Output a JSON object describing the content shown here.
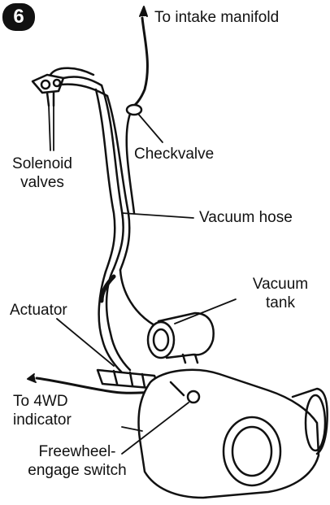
{
  "step_number": "6",
  "labels": {
    "intake": "To intake manifold",
    "solenoid_line1": "Solenoid",
    "solenoid_line2": "valves",
    "checkvalve": "Checkvalve",
    "vacuum_hose": "Vacuum hose",
    "vacuum_tank_line1": "Vacuum",
    "vacuum_tank_line2": "tank",
    "actuator": "Actuator",
    "indicator_line1": "To 4WD",
    "indicator_line2": "indicator",
    "switch_line1": "Freewheel-",
    "switch_line2": "engage switch"
  },
  "colors": {
    "ink": "#111111",
    "paper": "#ffffff"
  }
}
